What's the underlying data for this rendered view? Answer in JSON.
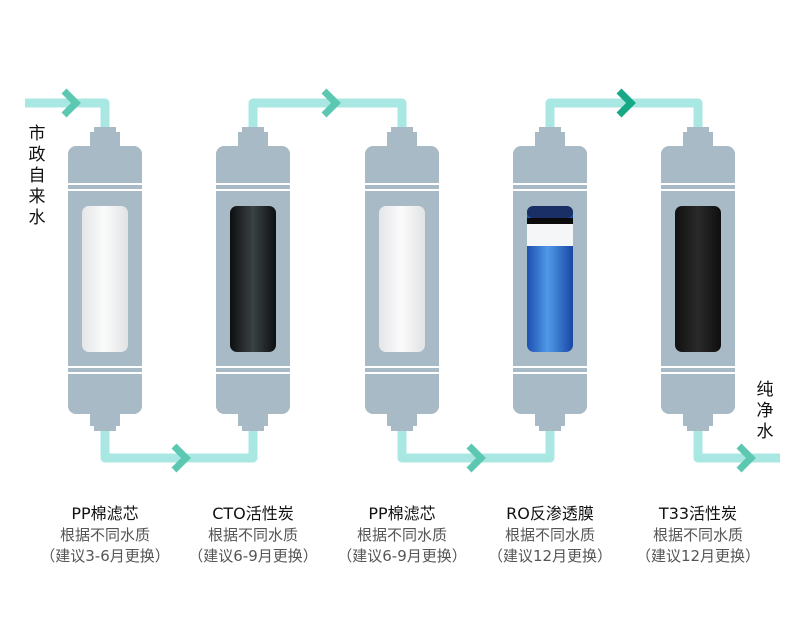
{
  "inlet_label": "市政自来水",
  "outlet_label": "纯净水",
  "colors": {
    "pipe": "#a9e7e3",
    "arrow": "#5dc8b1",
    "arrow_dark": "#17a886",
    "housing": "#a7bac6",
    "housing_line": "#ffffff"
  },
  "filters": [
    {
      "name": "PP棉滤芯",
      "note": "根据不同水质",
      "interval": "（建议3-6月更换）",
      "media": "pp"
    },
    {
      "name": "CTO活性炭",
      "note": "根据不同水质",
      "interval": "（建议6-9月更换）",
      "media": "carbon"
    },
    {
      "name": "PP棉滤芯",
      "note": "根据不同水质",
      "interval": "（建议6-9月更换）",
      "media": "pp"
    },
    {
      "name": "RO反渗透膜",
      "note": "根据不同水质",
      "interval": "（建议12月更换）",
      "media": "ro"
    },
    {
      "name": "T33活性炭",
      "note": "根据不同水质",
      "interval": "（建议12月更换）",
      "media": "t33"
    }
  ]
}
